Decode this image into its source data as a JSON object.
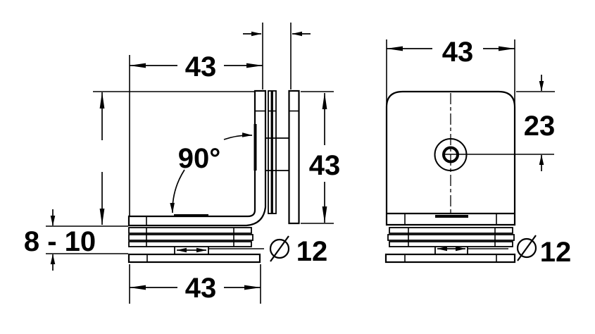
{
  "colors": {
    "background": "#ffffff",
    "line": "#000000"
  },
  "side_view": {
    "dim_width_top": "43",
    "dim_angle": "90°",
    "dim_glass_thickness": "8 - 10",
    "dim_height": "43",
    "dim_width_bottom": "43",
    "dim_boss_diameter": "12"
  },
  "front_view": {
    "dim_width": "43",
    "dim_hole_offset": "23",
    "dim_boss_diameter": "12"
  }
}
